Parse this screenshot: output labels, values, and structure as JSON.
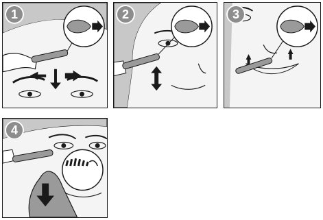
{
  "steps": [
    {
      "number": "1"
    },
    {
      "number": "2"
    },
    {
      "number": "3"
    },
    {
      "number": "4"
    }
  ],
  "colors": {
    "badge": "#8d8d8d",
    "line": "#1a1a1a",
    "hair": "#c8c8c8",
    "skin": "#f4f4f4",
    "trimmer": "#9a9a9a"
  },
  "icons": [
    "arrow-right-icon",
    "arrow-double-icon",
    "arrow-up-icon",
    "arrow-down-icon",
    "trimmer-head-icon",
    "comb-icon"
  ]
}
